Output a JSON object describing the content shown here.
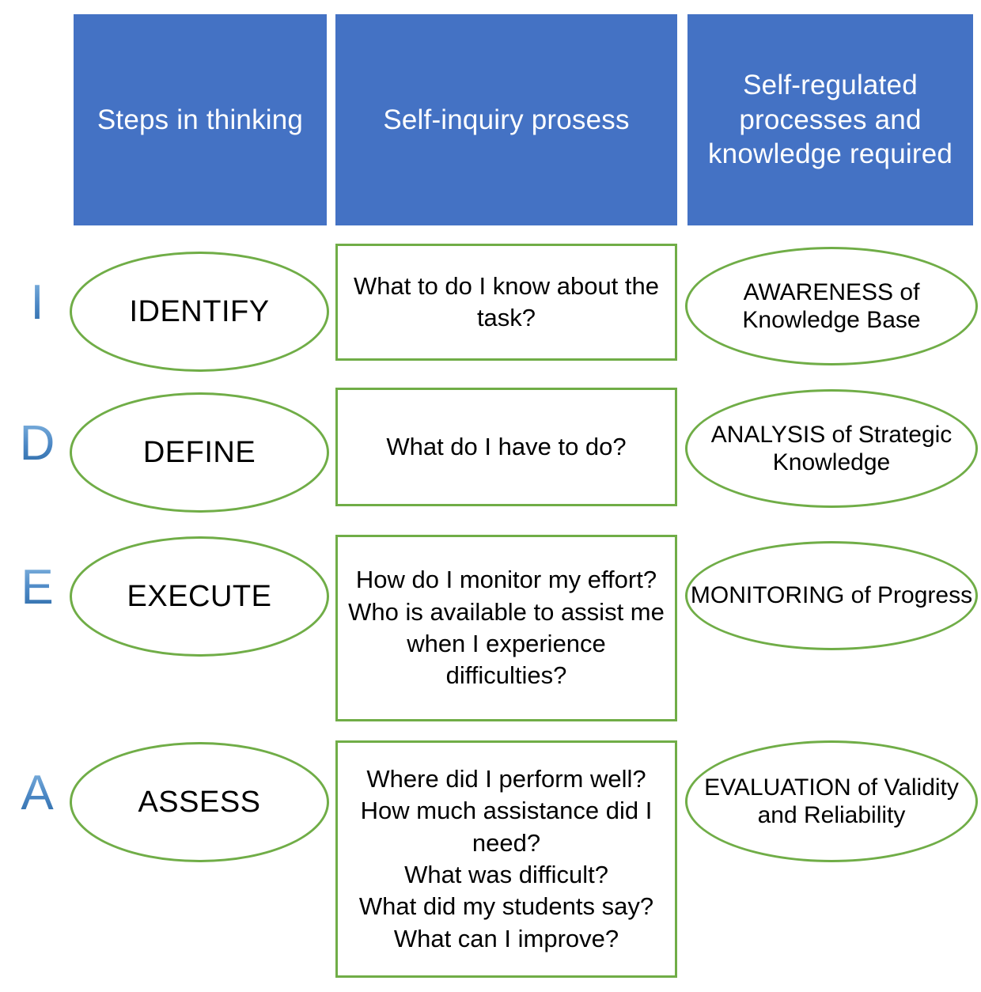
{
  "headers": [
    {
      "id": "steps",
      "label": "Steps in thinking"
    },
    {
      "id": "inquiry",
      "label": "Self-inquiry prosess"
    },
    {
      "id": "regul",
      "label": "Self-regulated processes and knowledge required"
    }
  ],
  "acronym": {
    "letters": [
      "I",
      "D",
      "E",
      "A"
    ]
  },
  "rows": [
    {
      "letter": "I",
      "step": "IDENTIFY",
      "questions": [
        "What to do I know about the task?"
      ],
      "process": "AWARENESS of Knowledge Base"
    },
    {
      "letter": "D",
      "step": "DEFINE",
      "questions": [
        "What do I have to do?"
      ],
      "process": "ANALYSIS  of Strategic Knowledge"
    },
    {
      "letter": "E",
      "step": "EXECUTE",
      "questions": [
        "How do I monitor my effort?",
        "Who is available to assist me when I experience difficulties?"
      ],
      "process": "MONITORING of Progress"
    },
    {
      "letter": "A",
      "step": "ASSESS",
      "questions": [
        "Where did I perform well?",
        "How much assistance did I need?",
        "What was difficult?",
        "What did my students say?",
        "What can I improve?"
      ],
      "process": "EVALUATION of Validity and Reliability"
    }
  ],
  "colors": {
    "header_blue": "#4472C4",
    "shape_green": "#70AD47",
    "letter_blue": "#5B9BD5",
    "text_dark": "#000000",
    "background": "#FFFFFF"
  }
}
